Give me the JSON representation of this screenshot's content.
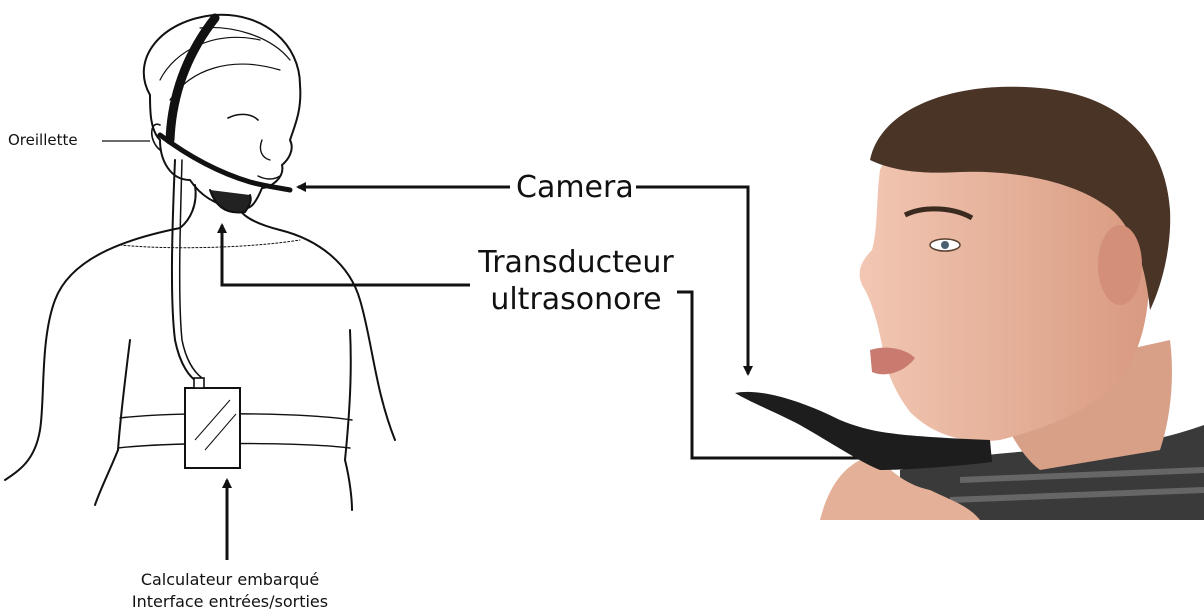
{
  "labels": {
    "oreillette": "Oreillette",
    "camera": "Camera",
    "transducteur_line1": "Transducteur",
    "transducteur_line2": "ultrasonore",
    "calculateur_line1": "Calculateur embarqué",
    "calculateur_line2": "Interface entrées/sorties"
  },
  "colors": {
    "ink": "#111111",
    "skin": "#e9b49c",
    "hair": "#4a3426",
    "shirt": "#3a3a3a"
  }
}
